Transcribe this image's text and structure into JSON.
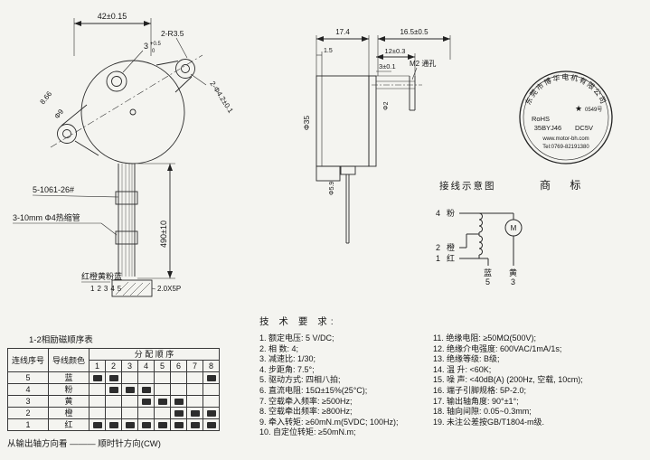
{
  "front_view": {
    "dim_width": "42±0.15",
    "dim_boss": "3",
    "dim_boss_tol_up": "+0.5",
    "dim_boss_tol_dn": "0",
    "dim_ears": "2-R3.5",
    "dim_holes": "2-Φ4.2±0.1",
    "dim_offset": "8.66",
    "dim_shaft": "Φ9",
    "wire_spec": "5-1061-26#",
    "tube_spec": "3-10mm Φ4热缩管",
    "dim_length": "490±10",
    "wire_colors": "红橙黄粉蓝",
    "wire_numbers": "12345",
    "connector_spec": "2.0X5P"
  },
  "side_view": {
    "dim_total": "17.4",
    "dim_body": "16.5±0.5",
    "dim_lip": "1.5",
    "dim_12": "12±0.3",
    "dim_3": "3±0.1",
    "hole_label": "M2 通孔",
    "dim_dia": "Φ35",
    "dim_boss": "Φ5.9",
    "dim_shaft": "Φ2"
  },
  "stamp": {
    "company": "东莞市博华电机有限公司",
    "star": "★",
    "badge": "0549号",
    "rohs": "RoHS",
    "model": "35BYJ46",
    "voltage": "DC5V",
    "website": "www.motor-bh.com",
    "tel": "Tel:0769-82191380"
  },
  "wiring": {
    "title": "接线示意图",
    "trademark_label": "商 标",
    "pin4_num": "4",
    "pin4_color": "粉",
    "pin2_num": "2",
    "pin2_color": "橙",
    "pin1_num": "1",
    "pin1_color": "红",
    "motor_symbol": "M",
    "bot1_color": "蓝",
    "bot1_num": "5",
    "bot2_color": "黄",
    "bot2_num": "3"
  },
  "phase_table": {
    "title": "1-2相励磁顺序表",
    "col_wire": "连线序号",
    "col_color": "导线颜色",
    "col_seq": "分 配 顺 序",
    "step_labels": [
      "1",
      "2",
      "3",
      "4",
      "5",
      "6",
      "7",
      "8"
    ],
    "rows": [
      {
        "num": "5",
        "color": "蓝",
        "steps": [
          1,
          1,
          0,
          0,
          0,
          0,
          0,
          1
        ]
      },
      {
        "num": "4",
        "color": "粉",
        "steps": [
          0,
          1,
          1,
          1,
          0,
          0,
          0,
          0
        ]
      },
      {
        "num": "3",
        "color": "黄",
        "steps": [
          0,
          0,
          0,
          1,
          1,
          1,
          0,
          0
        ]
      },
      {
        "num": "2",
        "color": "橙",
        "steps": [
          0,
          0,
          0,
          0,
          0,
          1,
          1,
          1
        ]
      },
      {
        "num": "1",
        "color": "红",
        "steps": [
          1,
          1,
          1,
          1,
          1,
          1,
          1,
          1
        ]
      }
    ],
    "footer": "从输出轴方向看 ——— 顺时针方向(CW)"
  },
  "tech": {
    "title": "技 术 要 求:",
    "left": [
      "1. 额定电压:  5 V/DC;",
      "2. 相  数:  4;",
      "3. 减速比:  1/30;",
      "4. 步距角:  7.5°;",
      "5. 驱动方式:  四相八拍;",
      "6. 直流电阻:  15Ω±15%(25°C);",
      "7. 空载牵入频率:  ≥500Hz;",
      "8. 空载牵出频率:  ≥800Hz;",
      "9. 牵入转矩:  ≥60mN.m(5VDC; 100Hz);",
      "10. 自定位转矩:  ≥50mN.m;"
    ],
    "right": [
      "11. 绝缘电阻:  ≥50MΩ(500V);",
      "12. 绝缘介电强度:  600VAC/1mA/1s;",
      "13. 绝缘等级:  B级;",
      "14. 温  升:  <60K;",
      "15. 噪  声:  <40dB(A) (200Hz, 空载, 10cm);",
      "16. 端子引脚规格:  5P-2.0;",
      "17. 输出轴角度:  90°±1°;",
      "18. 轴向间隙:  0.05~0.3mm;",
      "19. 未注公差按GB/T1804-m级."
    ]
  }
}
